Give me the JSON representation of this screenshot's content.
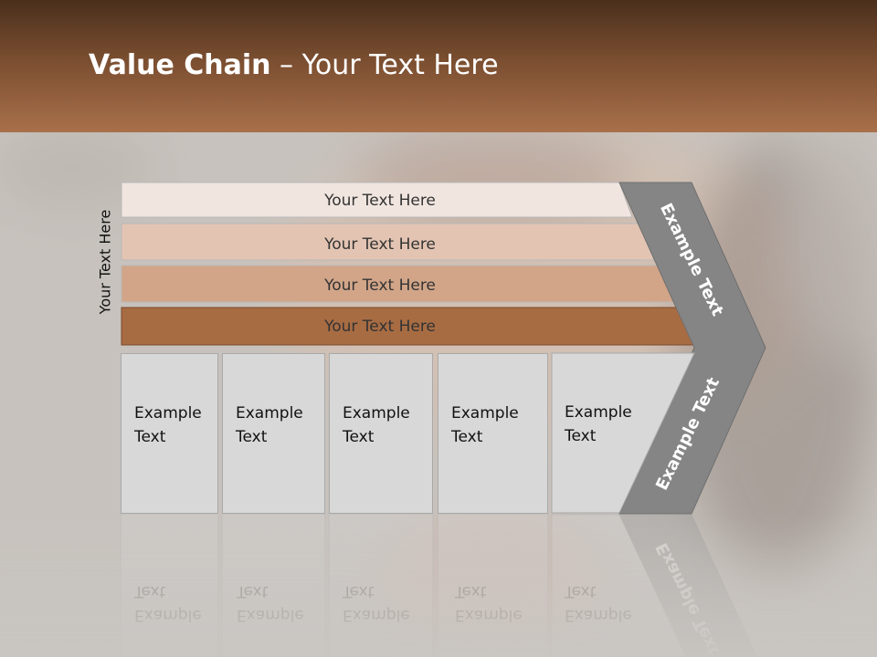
{
  "slide": {
    "title_bold": "Value Chain",
    "title_rest": " – Your Text Here",
    "side_label": "Your Text Here"
  },
  "bars": [
    {
      "label": "Your Text Here",
      "color": "#f1e5df"
    },
    {
      "label": "Your Text Here",
      "color": "#e3c4b2"
    },
    {
      "label": "Your Text Here",
      "color": "#d2a588"
    },
    {
      "label": "Your Text Here",
      "color": "#a86c43"
    }
  ],
  "arrow": {
    "top_label": "Example Text",
    "bottom_label": "Example Text",
    "color": "#858585"
  },
  "boxes": [
    {
      "label": "Example Text"
    },
    {
      "label": "Example Text"
    },
    {
      "label": "Example Text"
    },
    {
      "label": "Example Text"
    },
    {
      "label": "Example Text"
    }
  ]
}
